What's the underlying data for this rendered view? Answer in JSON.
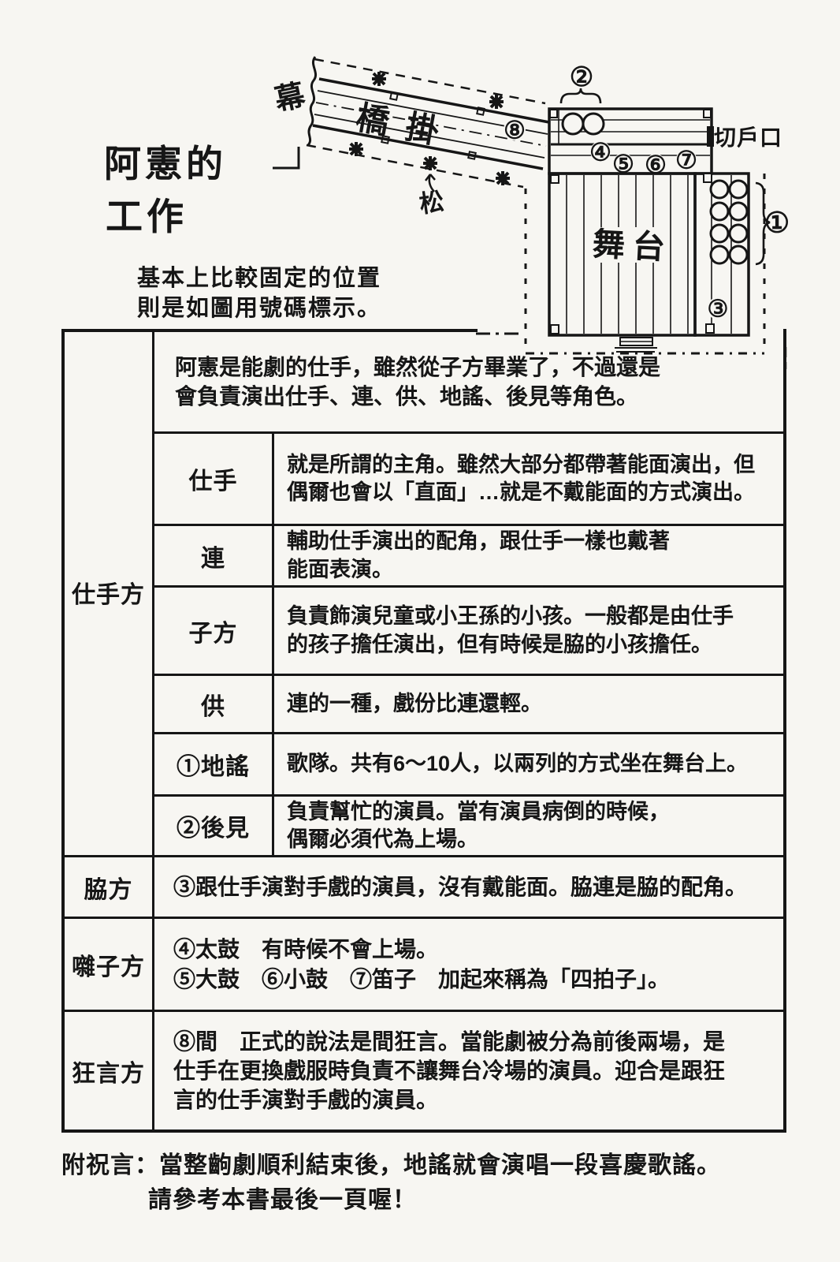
{
  "page": {
    "title_line1": "阿憲的",
    "title_line2": "工作",
    "subtitle_line1": "基本上比較固定的位置",
    "subtitle_line2": "則是如圖用號碼標示。",
    "footnote_line1": "附祝言：當整齣劇順利結束後，地謠就會演唱一段喜慶歌謠。",
    "footnote_line2": "請參考本書最後一頁喔！"
  },
  "diagram": {
    "labels": {
      "curtain": "幕",
      "bridge": "橋掛",
      "pine": "松",
      "stage": "舞台",
      "side_door": "切戶口"
    },
    "markers": {
      "n1": "①",
      "n2": "②",
      "n3": "③",
      "n4": "④",
      "n5": "⑤",
      "n6": "⑥",
      "n7": "⑦",
      "n8": "⑧"
    }
  },
  "table": {
    "intro": "阿憲是能劇的仕手，雖然從子方畢業了，不過還是\n會負責演出仕手、連、供、地謠、後見等角色。",
    "groups": [
      {
        "name": "仕手方",
        "rows": [
          {
            "role": "仕手",
            "desc": "就是所謂的主角。雖然大部分都帶著能面演出，但\n偶爾也會以「直面」…就是不戴能面的方式演出。"
          },
          {
            "role": "連",
            "desc": "輔助仕手演出的配角，跟仕手一樣也戴著\n能面表演。"
          },
          {
            "role": "子方",
            "desc": "負責飾演兒童或小王孫的小孩。一般都是由仕手\n的孩子擔任演出，但有時候是脇的小孩擔任。"
          },
          {
            "role": "供",
            "desc": "連的一種，戲份比連還輕。"
          },
          {
            "role": "①地謠",
            "desc": "歌隊。共有6～10人，以兩列的方式坐在舞台上。"
          },
          {
            "role": "②後見",
            "desc": "負責幫忙的演員。當有演員病倒的時候，\n偶爾必須代為上場。"
          }
        ]
      },
      {
        "name": "脇方",
        "desc": "③跟仕手演對手戲的演員，沒有戴能面。脇連是脇的配角。"
      },
      {
        "name": "囃子方",
        "desc": "④太鼓　有時候不會上場。\n⑤大鼓　⑥小鼓　⑦笛子　加起來稱為「四拍子」。"
      },
      {
        "name": "狂言方",
        "desc": "⑧間　正式的說法是間狂言。當能劇被分為前後兩場，是\n仕手在更換戲服時負責不讓舞台冷場的演員。迎合是跟狂\n言的仕手演對手戲的演員。"
      }
    ]
  }
}
